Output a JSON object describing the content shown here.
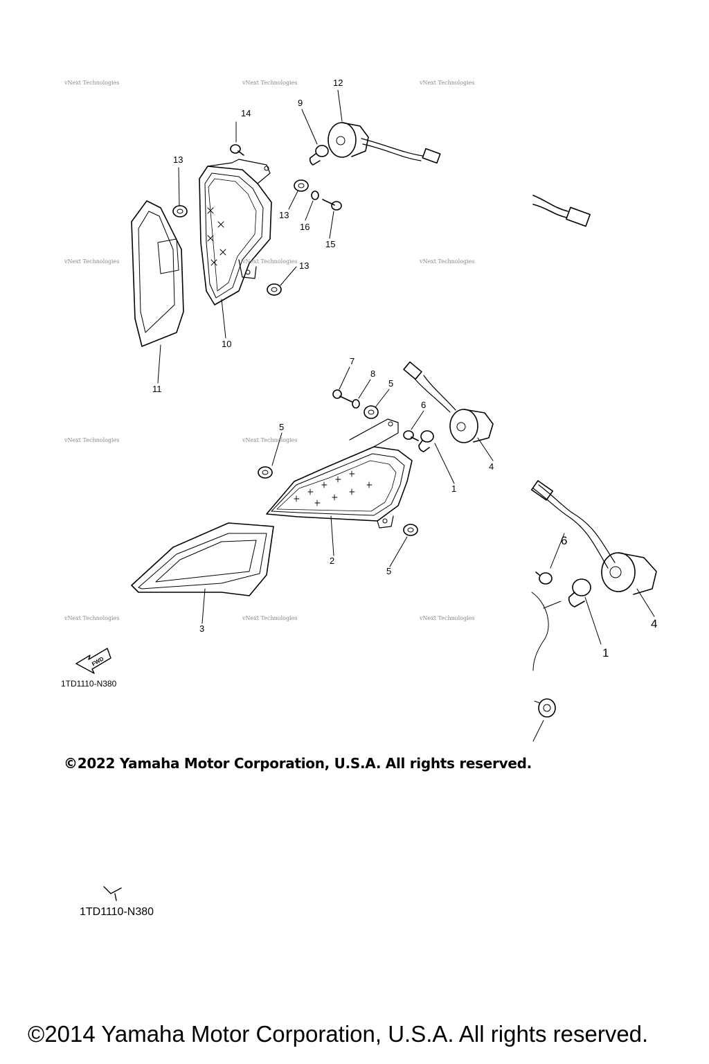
{
  "diagram": {
    "callouts": [
      "1",
      "2",
      "3",
      "4",
      "5",
      "6",
      "7",
      "8",
      "9",
      "10",
      "11",
      "12",
      "13",
      "14",
      "15",
      "16"
    ],
    "watermark": "vNext Technologies",
    "fwd_label": "FWD",
    "diagram_code": "1TD1110-N380",
    "copyright_2022": "©2022 Yamaha Motor Corporation, U.S.A. All rights reserved.",
    "diagram_code_2": "1TD1110-N380",
    "copyright_2014": "©2014 Yamaha Motor Corporation, U.S.A. All rights reserved."
  }
}
